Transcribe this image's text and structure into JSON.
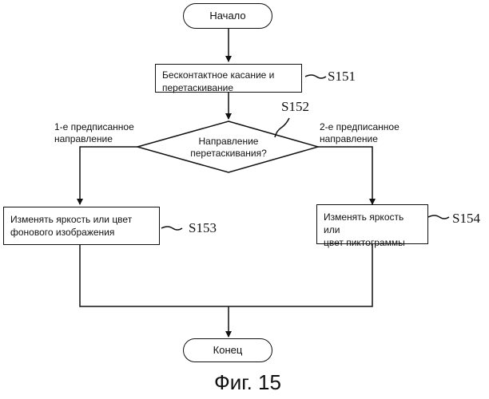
{
  "nodes": {
    "start": "Начало",
    "step_s151": {
      "line1": "Бесконтактное касание и",
      "line2": "перетаскивание"
    },
    "decision": {
      "line1": "Направление",
      "line2": "перетаскивания?"
    },
    "step_s153": {
      "line1": "Изменять яркость или цвет",
      "line2": "фонового изображения"
    },
    "step_s154": {
      "line1": "Изменять яркость или",
      "line2": "цвет пиктограммы"
    },
    "end": "Конец"
  },
  "branches": {
    "left": {
      "line1": "1-е предписанное",
      "line2": "направление"
    },
    "right": {
      "line1": "2-е предписанное",
      "line2": "направление"
    }
  },
  "refs": {
    "s151": "S151",
    "s152": "S152",
    "s153": "S153",
    "s154": "S154"
  },
  "caption": "Фиг. 15"
}
